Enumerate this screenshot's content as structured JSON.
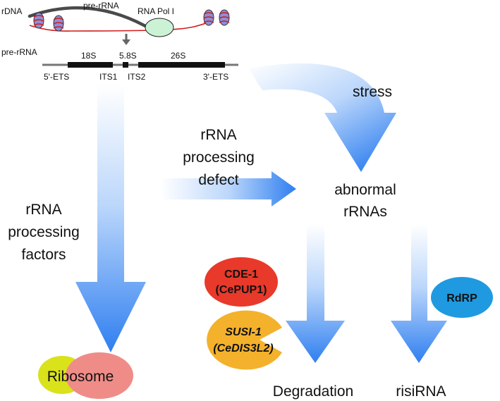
{
  "gene": {
    "rdna_label": "rDNA",
    "prerna_label": "pre-rRNA",
    "polymerase_label": "RNA Pol I"
  },
  "transcript": {
    "label": "pre-rRNA",
    "segments": {
      "s18": "18S",
      "s58": "5.8S",
      "s26": "26S"
    },
    "spacers": {
      "ets5": "5'-ETS",
      "its1": "ITS1",
      "its2": "ITS2",
      "ets3": "3'-ETS"
    }
  },
  "pathway": {
    "stress": "stress",
    "defect": [
      "rRNA",
      "processing",
      "defect"
    ],
    "abnormal": [
      "abnormal",
      "rRNAs"
    ],
    "factors": [
      "rRNA",
      "processing",
      "factors"
    ]
  },
  "proteins": {
    "cde1": [
      "CDE-1",
      "(CePUP1)"
    ],
    "susi1": [
      "SUSI-1",
      "(CeDIS3L2)"
    ],
    "rdrp": "RdRP"
  },
  "outcomes": {
    "ribosome": "Ribosome",
    "degradation": "Degradation",
    "risirna": "risiRNA"
  },
  "colors": {
    "arrow_dark": "#2f7ff0",
    "arrow_light": "#ffffff",
    "cde1": "#e8392a",
    "susi1": "#f4b12c",
    "rdrp": "#1f9ae0",
    "ribosome_small": "#d9e21a",
    "ribosome_large": "#ef8c87",
    "pol": "#ccf2d6",
    "rna_line": "#d01c1c"
  }
}
